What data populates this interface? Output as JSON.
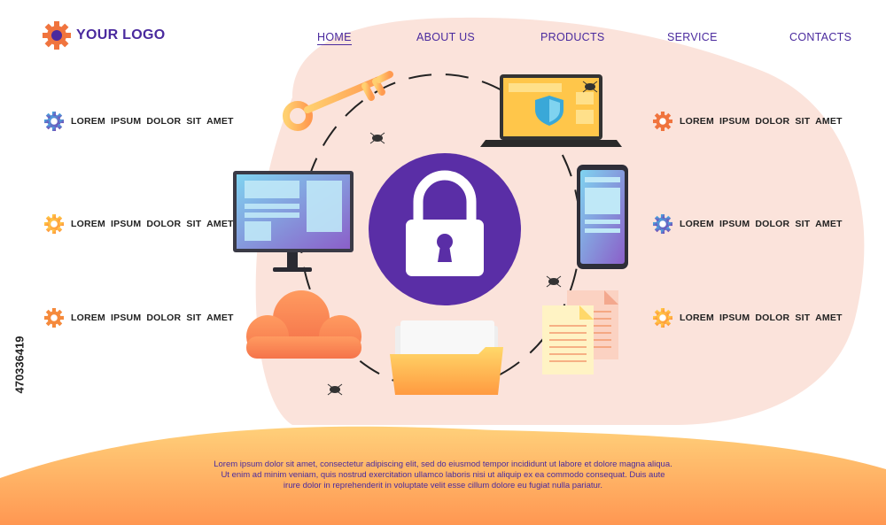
{
  "header": {
    "logo_text": "YOUR LOGO",
    "nav": [
      {
        "label": "HOME",
        "active": true
      },
      {
        "label": "ABOUT US",
        "active": false
      },
      {
        "label": "PRODUCTS",
        "active": false
      },
      {
        "label": "SERVICE",
        "active": false
      },
      {
        "label": "CONTACTS",
        "active": false
      }
    ]
  },
  "features_left": [
    {
      "text": "LOREM IPSUM DOLOR SIT AMET",
      "icon": "gear-icon"
    },
    {
      "text": "LOREM IPSUM DOLOR SIT AMET",
      "icon": "gear-icon"
    },
    {
      "text": "LOREM IPSUM DOLOR SIT AMET",
      "icon": "gear-icon"
    }
  ],
  "features_right": [
    {
      "text": "LOREM IPSUM DOLOR SIT AMET",
      "icon": "gear-icon"
    },
    {
      "text": "LOREM IPSUM DOLOR SIT AMET",
      "icon": "gear-icon"
    },
    {
      "text": "LOREM IPSUM DOLOR SIT AMET",
      "icon": "gear-icon"
    }
  ],
  "footer": {
    "text": "Lorem ipsum dolor sit amet, consectetur adipiscing elit, sed do eiusmod tempor incididunt ut labore et dolore magna aliqua. Ut enim ad minim veniam, quis nostrud exercitation ullamco laboris nisi ut aliquip ex ea commodo consequat. Duis aute irure dolor in reprehenderit in voluptate velit esse cillum dolore eu fugiat nulla pariatur."
  },
  "stock_id": "470336419",
  "colors": {
    "primary": "#4a2a9e",
    "blob": "#fbe4dc",
    "ground_top": "#ffcf73",
    "ground_bottom": "#ff9b52",
    "lock_circle": "#5a2ea6"
  }
}
